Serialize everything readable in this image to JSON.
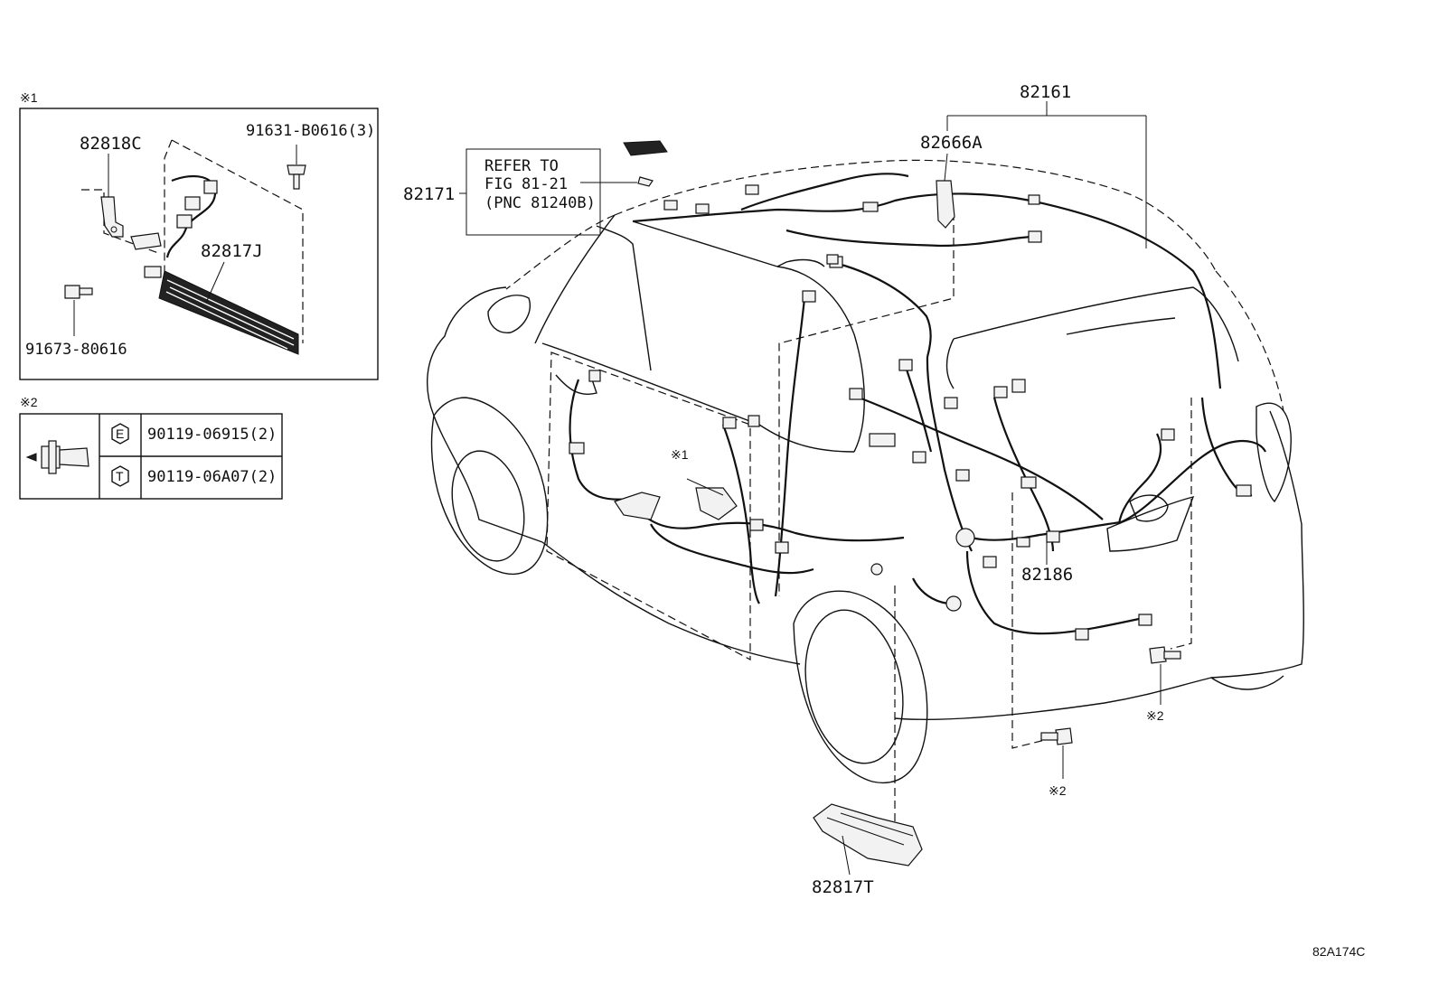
{
  "diagram": {
    "inset1": {
      "mark": "※1",
      "labels": {
        "part_82818c": "82818C",
        "part_82817j": "82817J",
        "bolt_91631": "91631-B0616(3)",
        "bolt_91673": "91673-80616"
      }
    },
    "inset2": {
      "mark": "※2",
      "rows": [
        {
          "code": "E",
          "part": "90119-06915(2)"
        },
        {
          "code": "T",
          "part": "90119-06A07(2)"
        }
      ]
    },
    "callouts": {
      "p82161": "82161",
      "p82666a": "82666A",
      "p82171": "82171",
      "refer_line1": "REFER TO",
      "refer_line2": "FIG 81-21",
      "refer_line3": "(PNC 81240B)",
      "p82186": "82186",
      "p82817t": "82817T",
      "mark1": "※1",
      "mark2_right": "※2",
      "mark2_bottom": "※2"
    },
    "figure_id": "82A174C"
  }
}
